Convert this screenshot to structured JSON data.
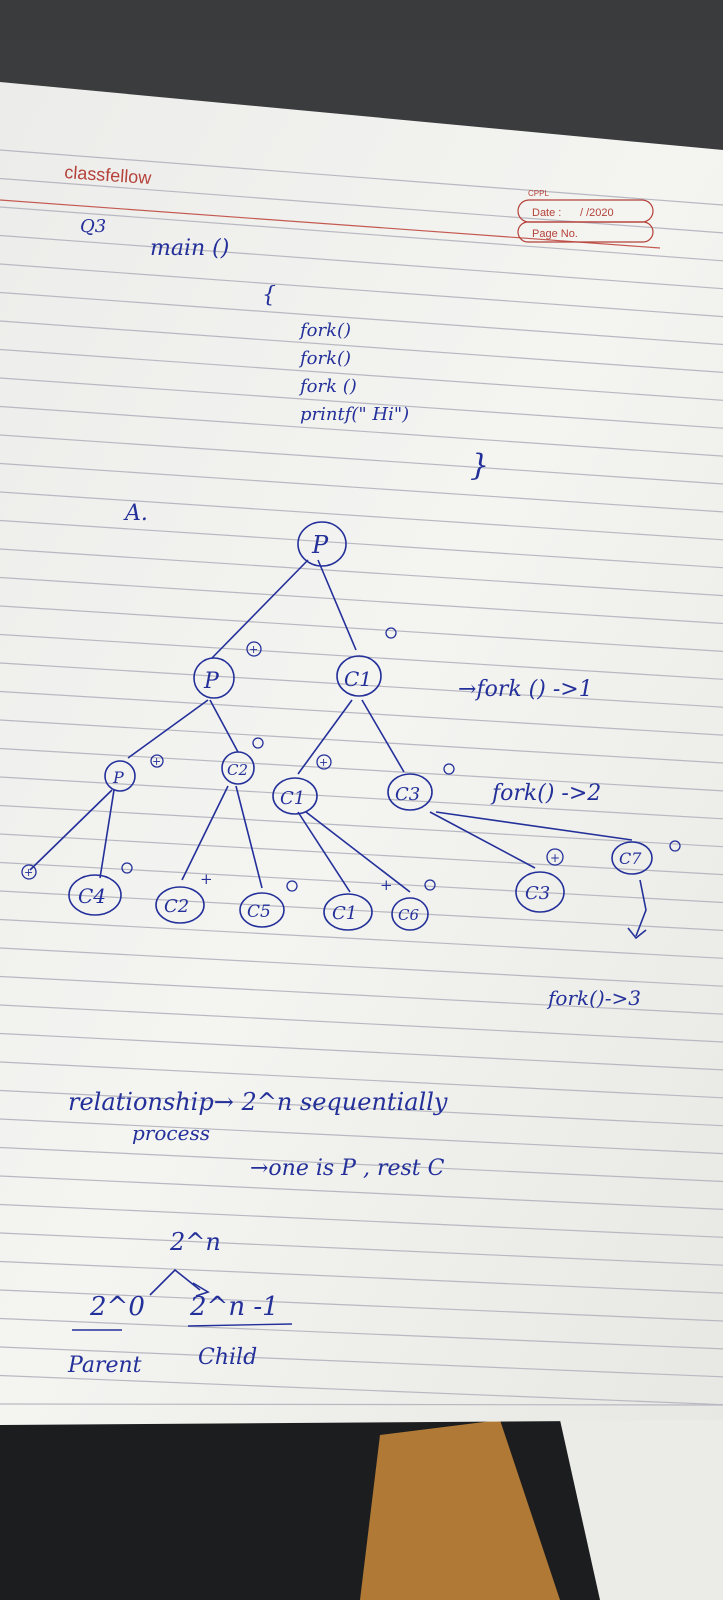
{
  "notebook": {
    "brand": "classfellow",
    "header_mark": "CPPL",
    "date_label": "Date :",
    "date_value": "/ /2020",
    "page_label": "Page No."
  },
  "question": {
    "number": "Q3",
    "code": [
      "main ()",
      "{",
      "fork()",
      "fork()",
      "fork ()",
      "printf(\" Hi\")",
      "}"
    ]
  },
  "answer_mark": "A.",
  "tree": {
    "root": "P",
    "level1": [
      "P",
      "C1"
    ],
    "level2": [
      "P",
      "C2",
      "C1",
      "C3"
    ],
    "level3": [
      "C4",
      "C2",
      "C5",
      "C1",
      "C6",
      "C3",
      "C7"
    ],
    "signs": [
      "+",
      "0",
      "+",
      "0",
      "+",
      "0",
      "+",
      "0",
      "+",
      "0",
      "+",
      "0",
      "+",
      "0"
    ],
    "annotations": [
      "→fork () ->1",
      "fork() ->2",
      "fork()->3"
    ]
  },
  "notes": {
    "line1": "relationship→ 2^n sequentially",
    "line2": "process",
    "line3": "→one is P , rest C",
    "split_top": "2^n",
    "split_left": "2^0",
    "split_right": "2^n -1",
    "label_left": "Parent",
    "label_right": "Child"
  },
  "colors": {
    "ink": "#24309a",
    "print": "#b5413a",
    "paper": "#f2f2ee"
  }
}
